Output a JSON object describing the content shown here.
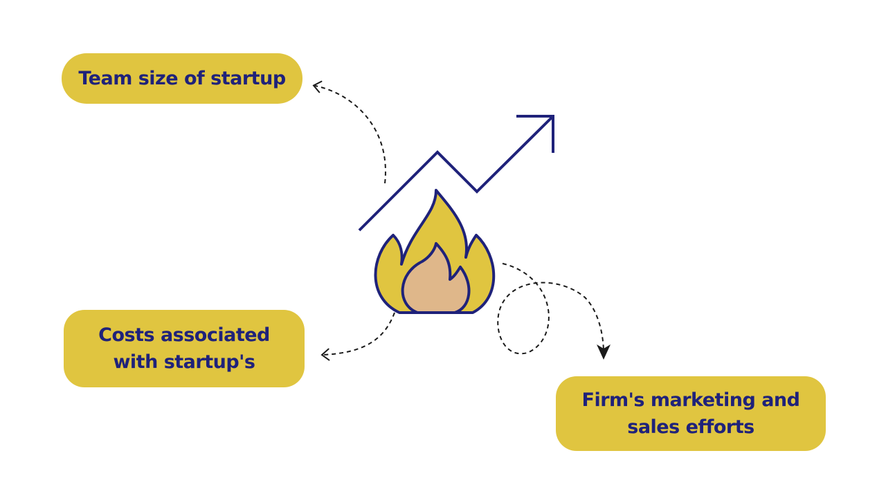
{
  "colors": {
    "box_fill": "#E0C540",
    "text": "#1F227A",
    "stroke": "#1F227A",
    "flame_outer": "#E0C540",
    "flame_inner": "#DFB78A",
    "arrow": "#1a1a1a",
    "background": "#ffffff"
  },
  "boxes": {
    "team": "Team size of startup",
    "costs_line1": "Costs associated",
    "costs_line2": "with startup's",
    "firm_line1": "Firm's marketing and",
    "firm_line2": "sales efforts"
  },
  "icons": {
    "trend": "trend-up-arrow-icon",
    "flame": "flame-icon"
  }
}
